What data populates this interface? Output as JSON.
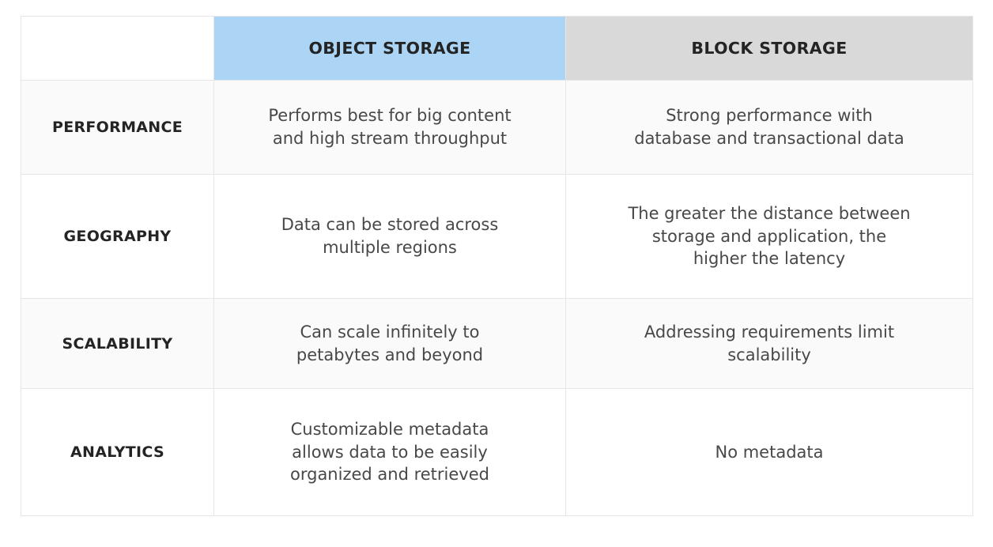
{
  "table": {
    "columns": [
      {
        "key": "attribute",
        "label": "",
        "header_bg": "#ffffff"
      },
      {
        "key": "object_storage",
        "label": "OBJECT STORAGE",
        "header_bg": "#abd4f5"
      },
      {
        "key": "block_storage",
        "label": "BLOCK STORAGE",
        "header_bg": "#d9d9d9"
      }
    ],
    "rows": [
      {
        "attribute": "PERFORMANCE",
        "object_storage": "Performs best for big content and high stream throughput",
        "object_storage_lines": [
          "Performs best for big content",
          "and high stream throughput"
        ],
        "block_storage": "Strong performance with database and transactional data",
        "block_storage_lines": [
          "Strong performance with",
          "database and transactional data"
        ],
        "shaded": true
      },
      {
        "attribute": "GEOGRAPHY",
        "object_storage": "Data can be stored across multiple regions",
        "object_storage_lines": [
          "Data can be stored across",
          "multiple regions"
        ],
        "block_storage": "The greater the distance between storage and application, the higher the latency",
        "block_storage_lines": [
          "The greater the distance between",
          "storage and application, the",
          "higher the latency"
        ],
        "shaded": false
      },
      {
        "attribute": "SCALABILITY",
        "object_storage": "Can scale infinitely to petabytes and beyond",
        "object_storage_lines": [
          "Can scale infinitely to",
          "petabytes and beyond"
        ],
        "block_storage": "Addressing requirements limit scalability",
        "block_storage_lines": [
          "Addressing requirements limit",
          "scalability"
        ],
        "shaded": true
      },
      {
        "attribute": "ANALYTICS",
        "object_storage": "Customizable metadata allows data to be easily organized and retrieved",
        "object_storage_lines": [
          "Customizable metadata",
          "allows data to be easily",
          "organized and retrieved"
        ],
        "block_storage": "No metadata",
        "block_storage_lines": [
          "No metadata"
        ],
        "shaded": false
      }
    ]
  },
  "colors": {
    "object_header_blue": "#abd4f5",
    "block_header_gray": "#d9d9d9",
    "row_shade": "#fafafa",
    "row_plain": "#ffffff",
    "grid_line": "#e6e6e6",
    "heading_text": "#242424",
    "body_text": "#484848"
  }
}
